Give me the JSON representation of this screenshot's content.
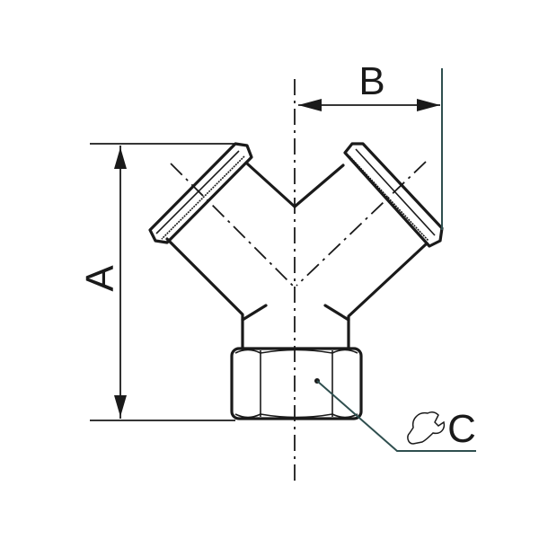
{
  "diagram": {
    "title": "Y-fitting technical drawing",
    "subject": "Y connector fitting with two angled male threaded outlets and one female hex inlet",
    "labels": {
      "dim_a": "A",
      "dim_b": "B",
      "dim_c": "C"
    },
    "icons": {
      "wrench": "wrench-icon"
    },
    "colors": {
      "line": "#1a1a1a",
      "leader": "#2f4f4f",
      "background": "#ffffff"
    }
  }
}
